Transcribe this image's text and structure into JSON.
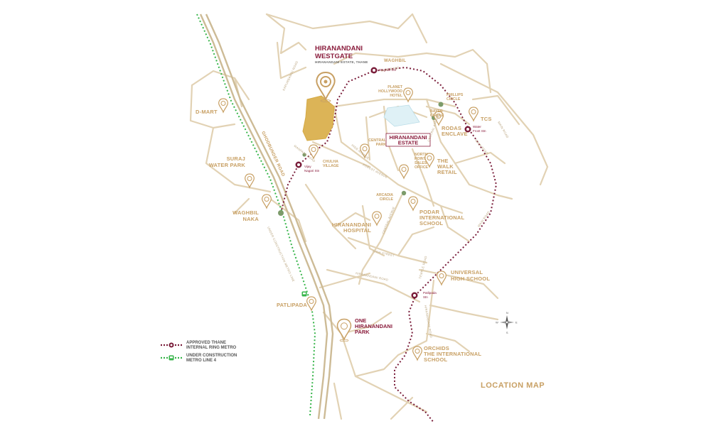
{
  "project": {
    "brand": "HIRANANDANI",
    "name": "WESTGATE",
    "address": "HIRANANDANI ESTATE, THANE"
  },
  "estate_label": [
    "HIRANANDANI",
    "ESTATE"
  ],
  "map_title": "LOCATION MAP",
  "legend": [
    {
      "lines": [
        "APPROVED THANE",
        "INTERNAL RING METRO"
      ],
      "color": "#7a1d3a"
    },
    {
      "lines": [
        "UNDER CONSTRUCTION",
        "METRO LINE 4"
      ],
      "color": "#37b54a"
    }
  ],
  "compass": {
    "n": "N",
    "s": "S",
    "e": "E",
    "w": "W"
  },
  "pois": [
    {
      "id": "d-mart",
      "lines": [
        "D-MART"
      ]
    },
    {
      "id": "suraj-water-park",
      "lines": [
        "SURAJ",
        "WATER PARK"
      ]
    },
    {
      "id": "waghbil-naka",
      "lines": [
        "WAGHBIL",
        "NAKA"
      ]
    },
    {
      "id": "patlipada",
      "lines": [
        "PATLIPADA"
      ]
    },
    {
      "id": "chulha-village",
      "lines": [
        "CHULHA",
        "VILLAGE"
      ]
    },
    {
      "id": "planet-hollywood",
      "lines": [
        "PLANET",
        "HOLLYWOOD",
        "HOTEL"
      ]
    },
    {
      "id": "central-park",
      "lines": [
        "CENTRAL",
        "PARK"
      ]
    },
    {
      "id": "north-point",
      "lines": [
        "NORTH",
        "POINT",
        "SALES",
        "OFFICE"
      ]
    },
    {
      "id": "the-walk-retail",
      "lines": [
        "THE",
        "WALK",
        "RETAIL"
      ]
    },
    {
      "id": "rodas-enclave",
      "lines": [
        "RODAS",
        "ENCLAVE"
      ]
    },
    {
      "id": "tcs",
      "lines": [
        "TCS"
      ]
    },
    {
      "id": "podar-school",
      "lines": [
        "PODAR",
        "INTERNATIONAL",
        "SCHOOL"
      ]
    },
    {
      "id": "hiranandani-hospital",
      "lines": [
        "HIRANANDANI",
        "HOSPITAL"
      ]
    },
    {
      "id": "universal-high-school",
      "lines": [
        "UNIVERSAL",
        "HIGH SCHOOL"
      ]
    },
    {
      "id": "orchids-school",
      "lines": [
        "ORCHIDS",
        "THE INTERNATIONAL",
        "SCHOOL"
      ]
    },
    {
      "id": "one-hiranandani-park",
      "lines": [
        "ONE",
        "HIRANANDANI",
        "PARK"
      ]
    }
  ],
  "circles": [
    {
      "id": "phillips-circle",
      "lines": [
        "PHILLIPS",
        "CIRCLE"
      ]
    },
    {
      "id": "bayer-circle",
      "lines": [
        "BAYER",
        "CIRCLE"
      ]
    },
    {
      "id": "arcadia-circle",
      "lines": [
        "ARCADIA",
        "CIRCLE"
      ]
    }
  ],
  "localities": [
    {
      "id": "waghbil",
      "text": "WAGHBIL"
    }
  ],
  "metro_stations": [
    {
      "id": "waghbil-stn",
      "text": "Waghbil Stn"
    },
    {
      "id": "water-front-stn",
      "lines": [
        "Water",
        "Front Stn"
      ]
    },
    {
      "id": "vijay-nagari-stn",
      "lines": [
        "Vijay",
        "Nagari Stn"
      ]
    },
    {
      "id": "patlipada-stn",
      "lines": [
        "Patlipada",
        "Stn"
      ]
    }
  ],
  "roads": [
    {
      "id": "ghodbunder-road",
      "text": "GHODBUNDER ROAD"
    },
    {
      "id": "metro-line-label",
      "text": "UNDER CONSTRUCTION METRO LINE"
    },
    {
      "id": "main-road-top",
      "text": "MAIN ROAD"
    },
    {
      "id": "main-road-right",
      "text": "MAIN ROAD"
    },
    {
      "id": "main-road-east",
      "text": "MAIN ROAD"
    },
    {
      "id": "main-road-lower",
      "text": "MAIN ROAD"
    },
    {
      "id": "forest-avenue",
      "text": "FOREST AVENUE"
    },
    {
      "id": "central-avenue",
      "text": "CENTRAL AVENUE"
    },
    {
      "id": "central-avenue-2",
      "text": "CENTRAL AVENUE"
    },
    {
      "id": "hiranandani-road",
      "text": "HIRANANDANI ROAD"
    },
    {
      "id": "hiranandani-road-2",
      "text": "HIRANANDANI ROAD"
    },
    {
      "id": "high-street",
      "text": "HIGH STREET"
    },
    {
      "id": "temple-road",
      "text": "TEMPLE ROAD"
    },
    {
      "id": "hide-avenue",
      "text": "HIDE AVENUE"
    },
    {
      "id": "kapurbawdi-road",
      "text": "KAPURBAWDI ROAD"
    },
    {
      "id": "manpada-road",
      "text": "MANPADA ROAD"
    }
  ]
}
